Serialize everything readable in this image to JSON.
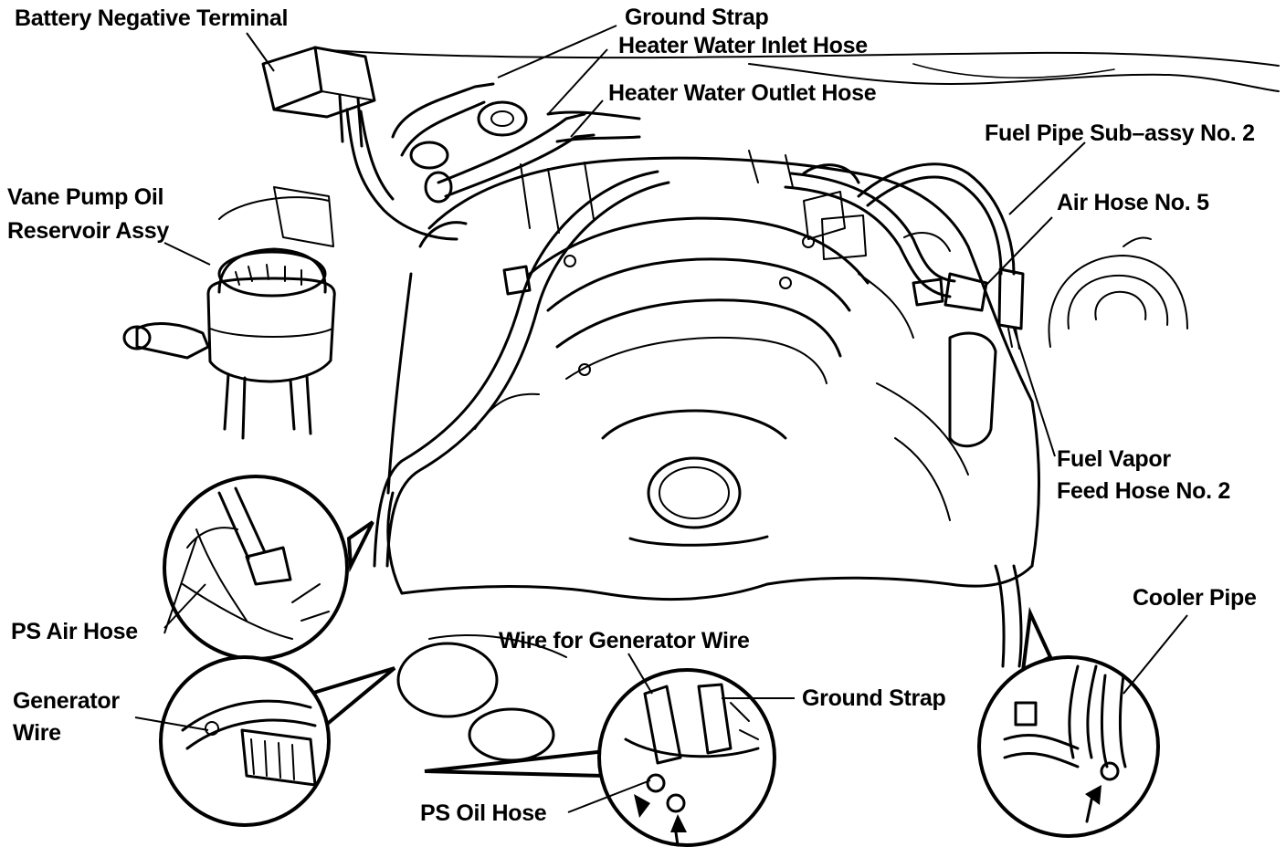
{
  "labels": {
    "battery_negative_terminal": "Battery Negative Terminal",
    "ground_strap_top": "Ground Strap",
    "heater_water_inlet_hose": "Heater Water Inlet Hose",
    "heater_water_outlet_hose": "Heater Water Outlet Hose",
    "fuel_pipe_sub_assy_no2": "Fuel Pipe Sub–assy No. 2",
    "air_hose_no5": "Air Hose No. 5",
    "vane_pump_oil_line1": "Vane Pump Oil",
    "vane_pump_oil_line2": "Reservoir Assy",
    "fuel_vapor_line1": "Fuel Vapor",
    "fuel_vapor_line2": "Feed Hose No. 2",
    "ps_air_hose": "PS Air Hose",
    "cooler_pipe": "Cooler Pipe",
    "wire_for_generator_wire": "Wire for Generator Wire",
    "ground_strap_bottom": "Ground Strap",
    "generator_wire_line1": "Generator",
    "generator_wire_line2": "Wire",
    "ps_oil_hose": "PS Oil Hose"
  }
}
